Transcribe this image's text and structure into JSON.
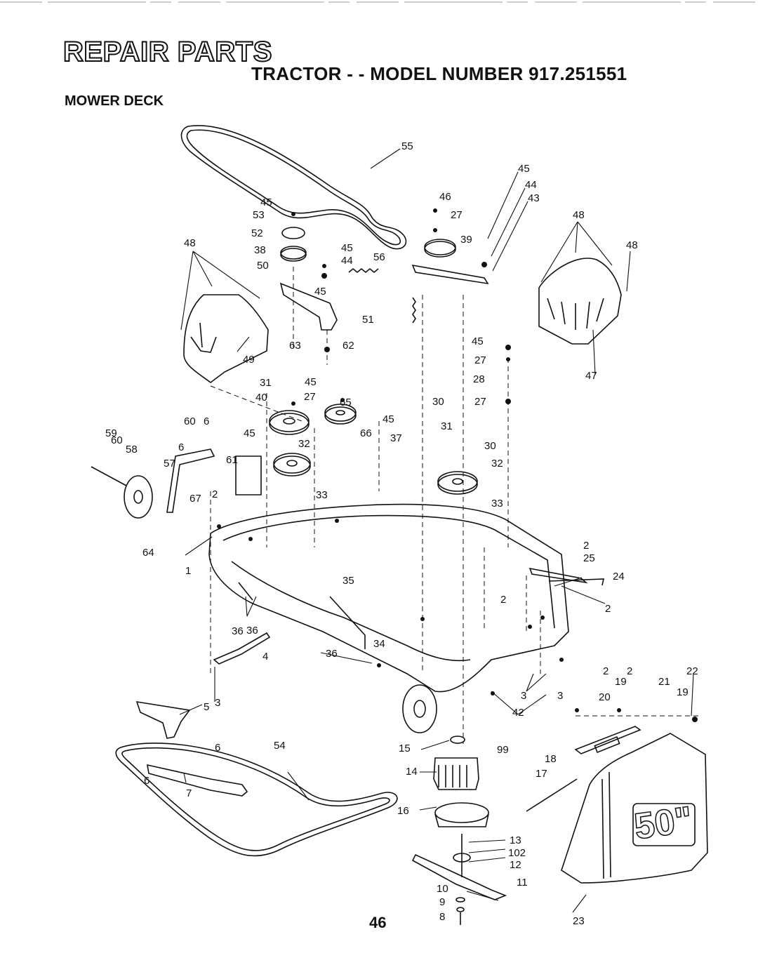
{
  "header": {
    "title": "REPAIR PARTS",
    "subtitle": "TRACTOR - - MODEL NUMBER 917.251551",
    "section": "MOWER DECK"
  },
  "deck_badge": "50\"",
  "page_number": "46",
  "callouts": [
    "55",
    "45",
    "44",
    "43",
    "48",
    "46",
    "27",
    "39",
    "45",
    "53",
    "52",
    "38",
    "50",
    "45",
    "44",
    "56",
    "48",
    "45",
    "51",
    "48",
    "49",
    "63",
    "62",
    "45",
    "27",
    "28",
    "47",
    "31",
    "45",
    "40",
    "27",
    "65",
    "30",
    "27",
    "6",
    "60",
    "45",
    "59",
    "60",
    "6",
    "32",
    "66",
    "45",
    "37",
    "31",
    "30",
    "58",
    "57",
    "61",
    "32",
    "2",
    "67",
    "33",
    "33",
    "64",
    "1",
    "35",
    "2",
    "25",
    "24",
    "2",
    "2",
    "36",
    "36",
    "4",
    "34",
    "36",
    "2",
    "19",
    "2",
    "21",
    "22",
    "3",
    "3",
    "3",
    "20",
    "19",
    "42",
    "5",
    "15",
    "99",
    "18",
    "6",
    "54",
    "14",
    "17",
    "6",
    "7",
    "16",
    "13",
    "102",
    "12",
    "11",
    "10",
    "9",
    "8",
    "23"
  ]
}
